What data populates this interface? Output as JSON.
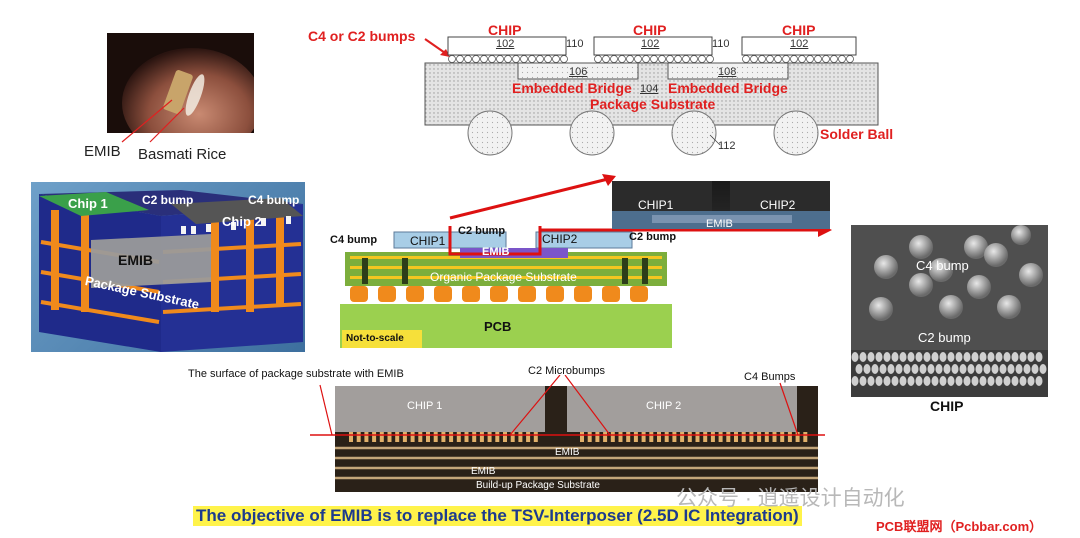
{
  "finger_photo": {
    "emib_label": "EMIB",
    "rice_label": "Basmati Rice"
  },
  "patent_figure": {
    "c4c2_label": "C4 or C2 bumps",
    "chips": [
      {
        "title": "CHIP",
        "number": "102"
      },
      {
        "title": "CHIP",
        "number": "102"
      },
      {
        "title": "CHIP",
        "number": "102"
      }
    ],
    "ref_110_a": "110",
    "ref_110_b": "110",
    "bridge_left_number": "106",
    "bridge_right_number": "108",
    "bridge_left_label": "Embedded Bridge",
    "bridge_right_label": "Embedded Bridge",
    "substrate_number": "104",
    "substrate_label": "Package Substrate",
    "solder_ball_label": "Solder Ball",
    "ref_112": "112"
  },
  "render_3d": {
    "chip1": "Chip 1",
    "chip2": "Chip 2",
    "c2_bump": "C2 bump",
    "c4_bump": "C4 bump",
    "emib": "EMIB",
    "package_substrate": "Package Substrate"
  },
  "cross_section": {
    "c4_bump": "C4 bump",
    "chip1": "CHIP1",
    "chip2": "CHIP2",
    "c2_bump": "C2 bump",
    "emib": "EMIB",
    "organic_substrate": "Organic Package Substrate",
    "pcb": "PCB",
    "not_to_scale": "Not-to-scale"
  },
  "zoom_photo": {
    "chip1": "CHIP1",
    "chip2": "CHIP2",
    "emib": "EMIB",
    "c2_bump": "C2 bump"
  },
  "sem_photo": {
    "c4_bump": "C4 bump",
    "c2_bump": "C2 bump",
    "chip": "CHIP"
  },
  "micrograph": {
    "surface_label": "The surface of package substrate with EMIB",
    "c2_microbumps": "C2 Microbumps",
    "c4_bumps": "C4 Bumps",
    "chip1": "CHIP 1",
    "chip2": "CHIP 2",
    "emib_a": "EMIB",
    "emib_b": "EMIB",
    "buildup": "Build-up Package Substrate"
  },
  "caption": "The objective of EMIB is to replace the TSV-Interposer (2.5D IC Integration)",
  "watermark": "公众号 · 逍遥设计自动化",
  "site_tag": "PCB联盟网（Pcbbar.com）"
}
